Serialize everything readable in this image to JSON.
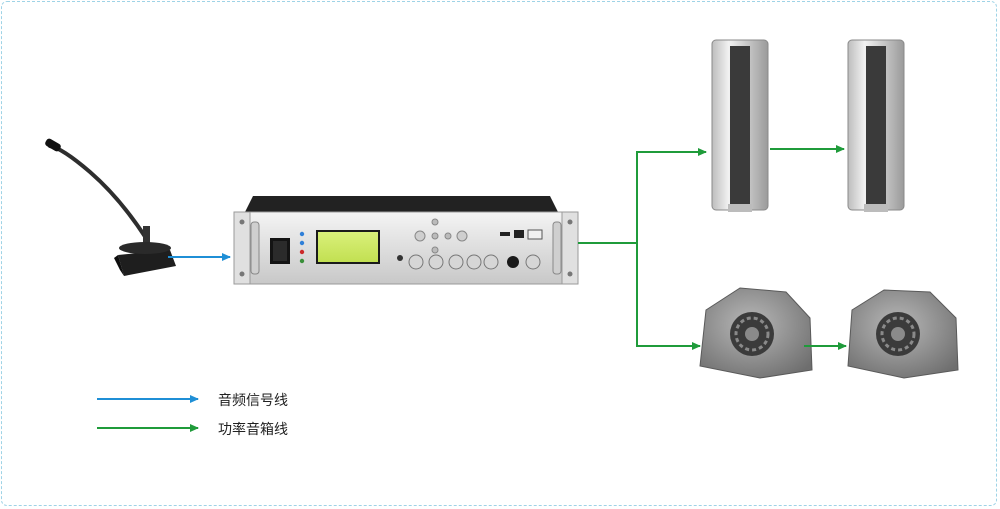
{
  "legend": [
    {
      "label": "音频信号线",
      "color": "#1f8fd6"
    },
    {
      "label": "功率音箱线",
      "color": "#1f9b3a"
    }
  ],
  "colors": {
    "signal": "#1f8fd6",
    "power": "#1f9b3a",
    "frame": "#9fd3e6"
  },
  "devices": {
    "microphone": {
      "icon": "gooseneck-microphone-icon"
    },
    "amplifier": {
      "icon": "rack-amplifier-icon"
    },
    "column_speakers": {
      "icon": "column-speaker-icon",
      "count": 2
    },
    "rock_speakers": {
      "icon": "rock-speaker-icon",
      "count": 2
    }
  }
}
